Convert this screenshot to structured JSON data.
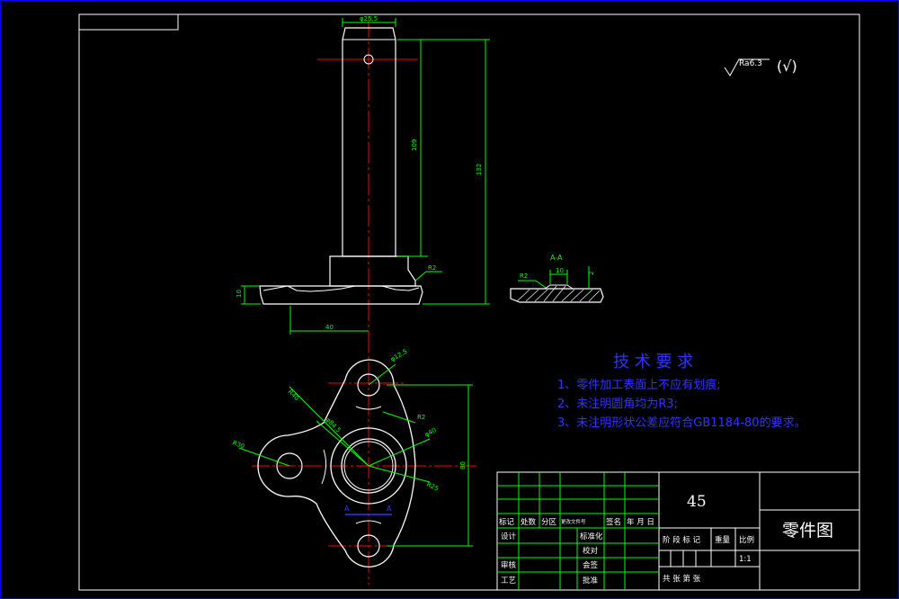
{
  "colors": {
    "background": "#000000",
    "outline": "#ffffff",
    "dimension": "#00ff00",
    "centerline": "#ff0000",
    "frame_outer": "#0000ff",
    "notes": "#3333ff"
  },
  "drawing": {
    "roughness_symbol": "Ra6.3",
    "roughness_paren": "(√)",
    "section_label": "A-A",
    "section_marker": "A"
  },
  "dimensions": {
    "shaft_diameter": "φ25.5",
    "shaft_length": "109",
    "total_height": "132",
    "flange_thickness": "10",
    "flange_offset": "40",
    "fillet_radius": "R2",
    "slot_width": "10",
    "slot_depth": "2",
    "slot_radius": "R2",
    "hole_top": "φ12.5",
    "r40": "R40",
    "r30": "R30",
    "pcd": "φ84.5",
    "boss_dia": "φ40",
    "r25": "R25",
    "radius_right": "R2",
    "side_height": "80"
  },
  "notes": {
    "title": "技 术 要 求",
    "items": [
      "1、零件加工表面上不应有划痕;",
      "2、未注明圆角均为R3;",
      "3、未注明形状公差应符合GB1184-80的要求。"
    ]
  },
  "title_block": {
    "material": "45",
    "part_name": "零件图",
    "change_row": [
      "标记",
      "处数",
      "分区",
      "更改文件号",
      "签名",
      "年 月 日"
    ],
    "left_roles": [
      "设计",
      "审核",
      "工艺"
    ],
    "mid_roles": [
      "标准化",
      "校对",
      "会签",
      "批准"
    ],
    "stage_header": [
      "阶 段 标 记",
      "重量",
      "比例"
    ],
    "scale": "1:1",
    "sheet_info": "共    张  第    张"
  }
}
